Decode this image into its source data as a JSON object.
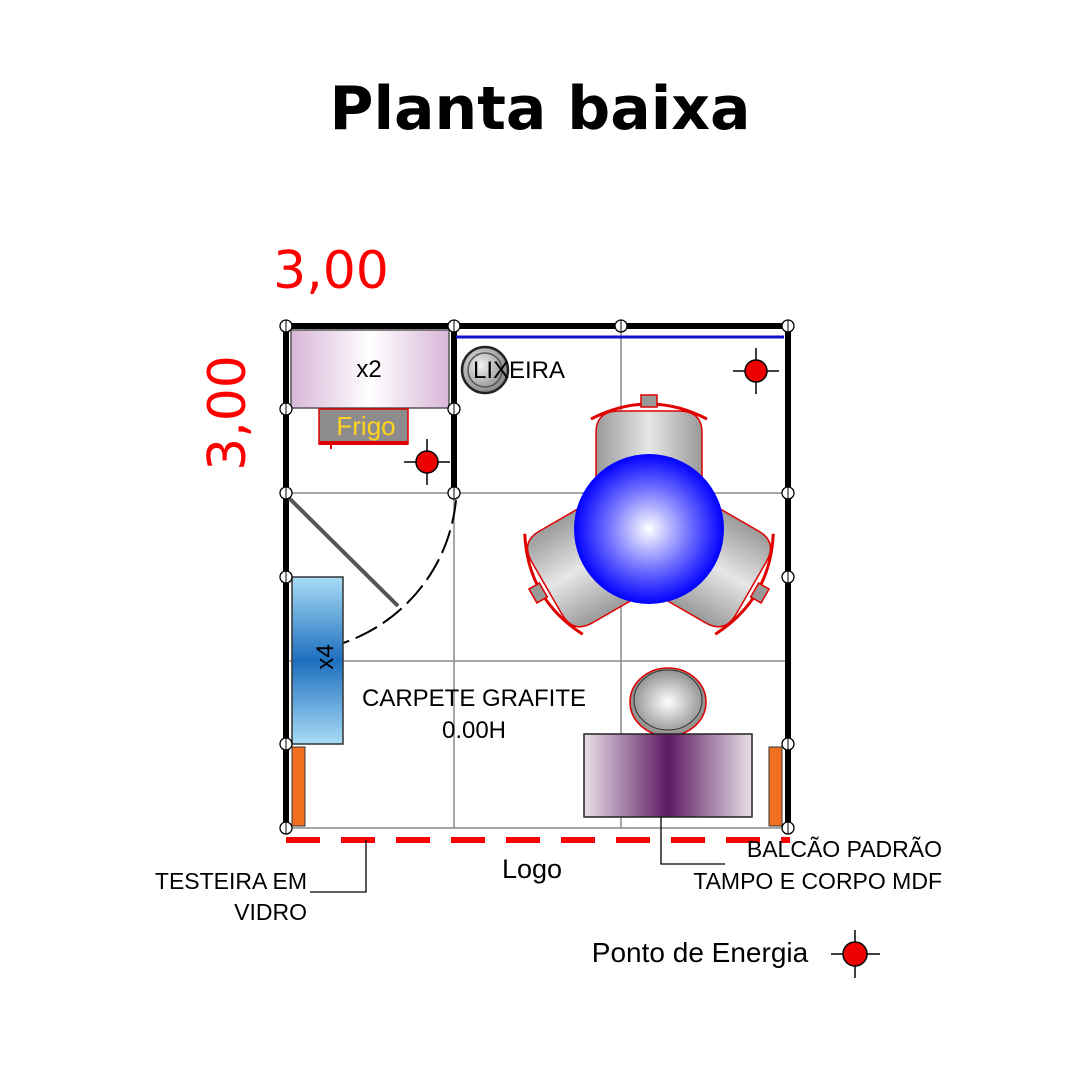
{
  "title": "Planta baixa",
  "dimensions": {
    "width": "3,00",
    "depth": "3,00"
  },
  "furniture": {
    "cabinet_count": "x2",
    "frigo": "Frigo",
    "trash": "LIXEIRA",
    "shelf_count": "x4"
  },
  "floor": {
    "material": "CARPETE GRAFITE",
    "height": "0.00H"
  },
  "callouts": {
    "logo": "Logo",
    "balcao_line1": "BALCÃO PADRÃO",
    "balcao_line2": "TAMPO E CORPO MDF",
    "testeira_line1": "TESTEIRA EM",
    "testeira_line2": "VIDRO"
  },
  "legend": {
    "energy_point": "Ponto de Energia",
    "icon": "energy-point-icon"
  },
  "colors": {
    "dimension": "#ff0000",
    "wall": "#000000",
    "glass": "#1010d0",
    "table": "#0000ff",
    "counter": "#6a1b6a",
    "frigo_text": "#ffd21f",
    "orange_panel": "#f07020"
  }
}
